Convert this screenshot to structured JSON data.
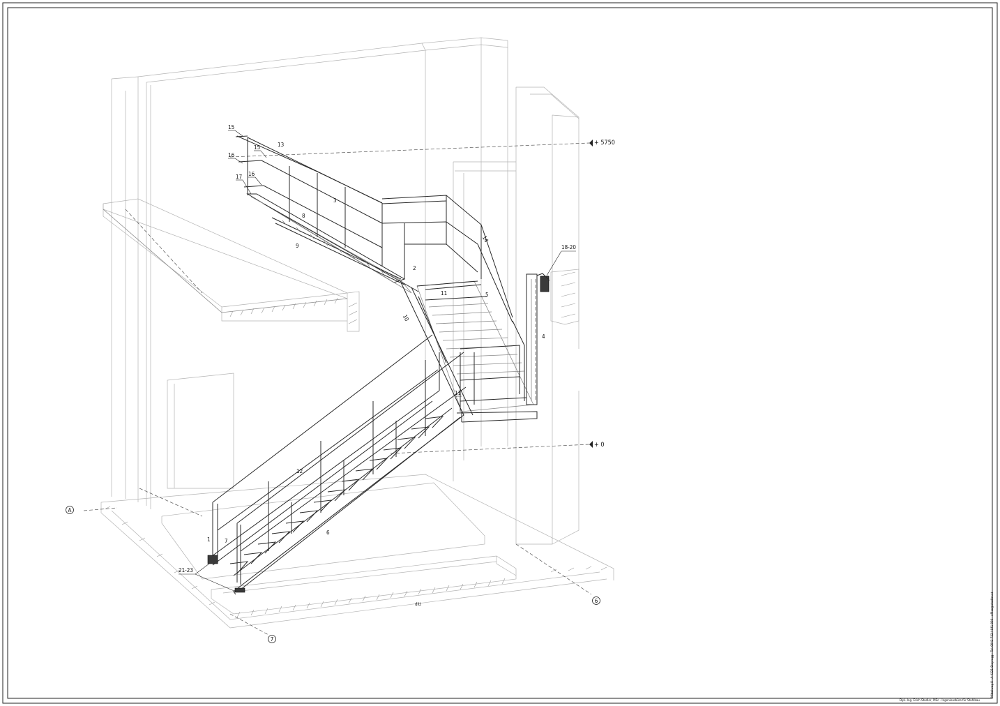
{
  "levels": {
    "upper": "+ 5750",
    "ground": "+ 0"
  },
  "axes": {
    "a": "A",
    "six": "6",
    "seven": "7"
  },
  "parts": {
    "handrail_post_a": "15",
    "handrail_post_b": "15",
    "handrail_post_c": "16",
    "handrail_post_d": "16",
    "stringer_end": "17",
    "handrail_upper": "13",
    "guard_post": "3",
    "tread": "8",
    "stringer_upper": "9",
    "stringer_mid": "2",
    "landing_beam_upper": "11",
    "landing_rail": "14",
    "landing_post": "5",
    "stringer_diag": "10",
    "wall_anchor": "18-20",
    "column": "4",
    "landing_beam_lower": "11",
    "handrail_lower": "12",
    "stringer_lower": "6",
    "post_base": "1",
    "tread_lower": "7",
    "base_anchor": "21-23",
    "dim_label": "ditt"
  },
  "footer": {
    "credit": "Dipl.-Ing. Erich Stadler, MSc - Ingenieurbüro für Stahlbau",
    "side_note": "Mittelweg 8 · A-4221 Steyregg · Tel. 0043 732 / 641 000 · office@stadler.at"
  }
}
